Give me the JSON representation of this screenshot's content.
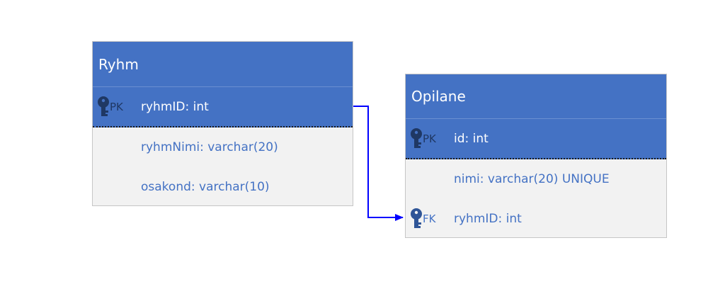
{
  "entities": [
    {
      "title": "Ryhm",
      "pk": {
        "tag": "PK",
        "field": "ryhmID: int"
      },
      "fields": [
        "ryhmNimi: varchar(20)",
        "osakond: varchar(10)"
      ]
    },
    {
      "title": "Opilane",
      "pk": {
        "tag": "PK",
        "field": "id: int"
      },
      "fields": [
        "nimi: varchar(20) UNIQUE"
      ],
      "fk": {
        "tag": "FK",
        "field": "ryhmID: int"
      }
    }
  ],
  "colors": {
    "header": "#4472c4",
    "body": "#f2f2f2",
    "text_light": "#ffffff",
    "text_blue": "#4472c4",
    "key_icon": "#1f3864",
    "connector": "#0000ff"
  },
  "icons": {
    "key": "key-icon"
  }
}
